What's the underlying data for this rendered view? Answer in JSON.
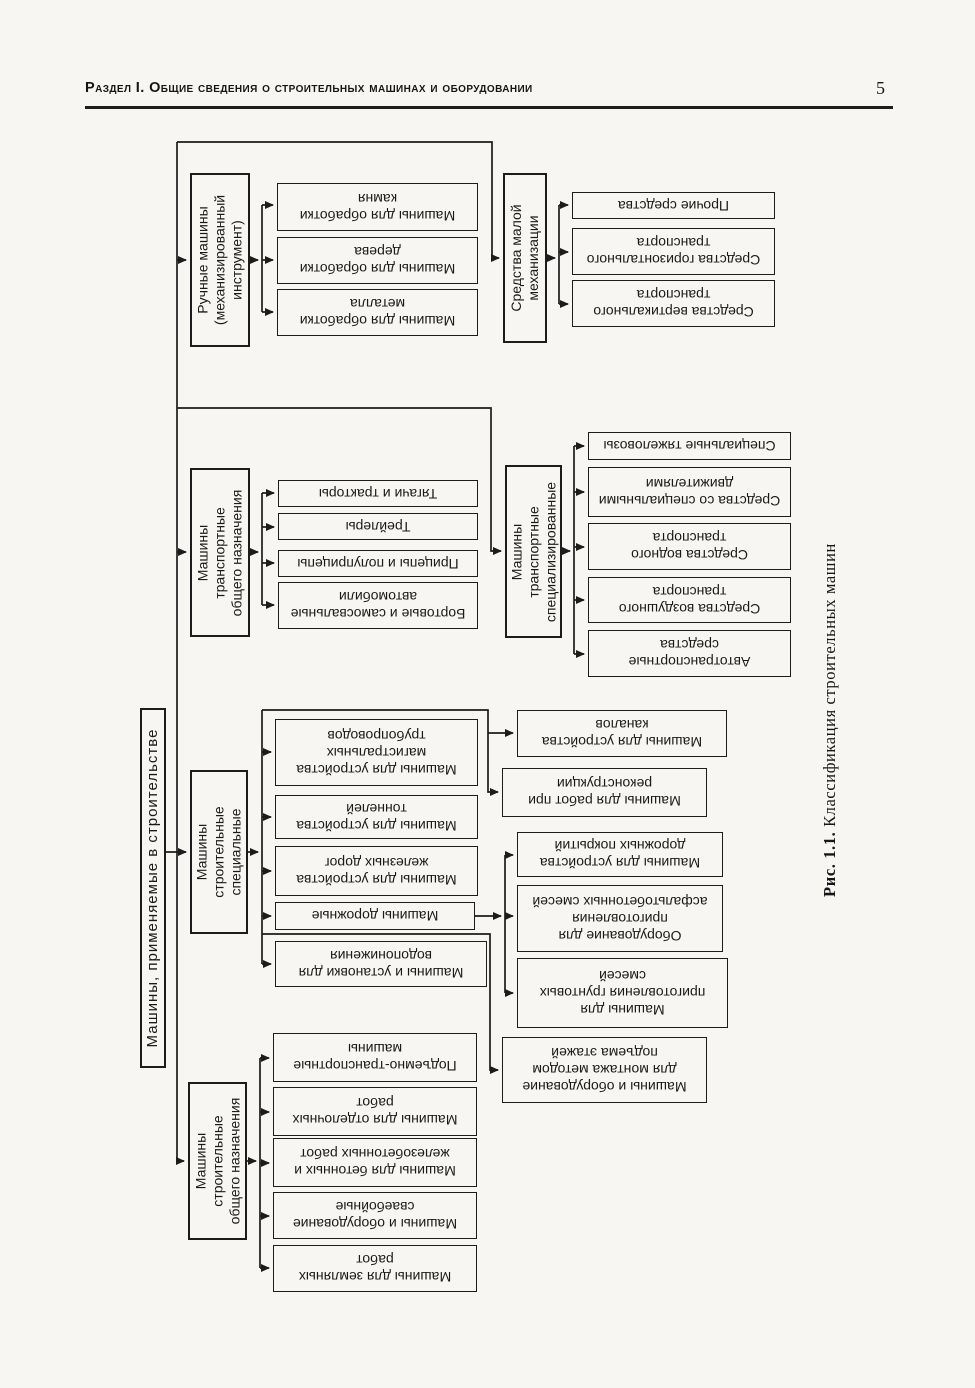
{
  "page": {
    "header": "Раздел I. Общие сведения о строительных машинах и оборудовании",
    "page_number": "5"
  },
  "figure": {
    "label": "Рис. 1.1.",
    "title": " Классификация строительных машин"
  },
  "diagram": {
    "root": "Машины, применяемые в строительстве",
    "sections": [
      {
        "header": "Ручные машины\n(механизированный\nинструмент)",
        "children": [
          "Машины для обработки\nкамня",
          "Машины для обработки\nдерева",
          "Машины для обработки\nметалла"
        ]
      },
      {
        "header": "Средства малой\nмеханизации",
        "children": [
          "Прочие средства",
          "Средства горизонтального\nтранспорта",
          "Средства вертикального\nтранспорта"
        ]
      },
      {
        "header": "Машины\nтранспортные\nобщего назначения",
        "children": [
          "Тягачи и тракторы",
          "Трейлеры",
          "Прицепы и полуприцепы",
          "Бортовые и самосвальные\nавтомобили"
        ]
      },
      {
        "header": "Машины\nтранспортные\nспециализированные",
        "children": [
          "Специальные тяжеловозы",
          "Средства со специальными\nдвижителями",
          "Средства водного\nтранспорта",
          "Средства воздушного\nтранспорта",
          "Автотранспортные\nсредства"
        ]
      },
      {
        "header": "Машины\nстроительные\nспециальные",
        "children": [
          "Машины для устройства\nмагистральных\nтрубопроводов",
          "Машины для устройства\nтоннелей",
          "Машины для устройства\nжелезных дорог",
          "Машины дорожные",
          "Машины и установки для\nводопонижения"
        ],
        "related": [
          "Машины для устройства\nканалов",
          "Машины для работ при\nреконструкции",
          "Машины и оборудование\nдля монтажа методом\nподъема этажей"
        ],
        "road_children": [
          "Машины для устройства\nдорожных покрытий",
          "Оборудование для\nприготовления\nасфальтобетонных смесей",
          "Машины для\nприготовления грунтовых\nсмесей"
        ]
      },
      {
        "header": "Машины\nстроительные\nобщего назначения",
        "children": [
          "Подъемно-транспортные\nмашины",
          "Машины для отделочных\nработ",
          "Машины для бетонных и\nжелезобетонных работ",
          "Машины и оборудование\nсваебойные",
          "Машины для земляных\nработ"
        ]
      }
    ]
  }
}
